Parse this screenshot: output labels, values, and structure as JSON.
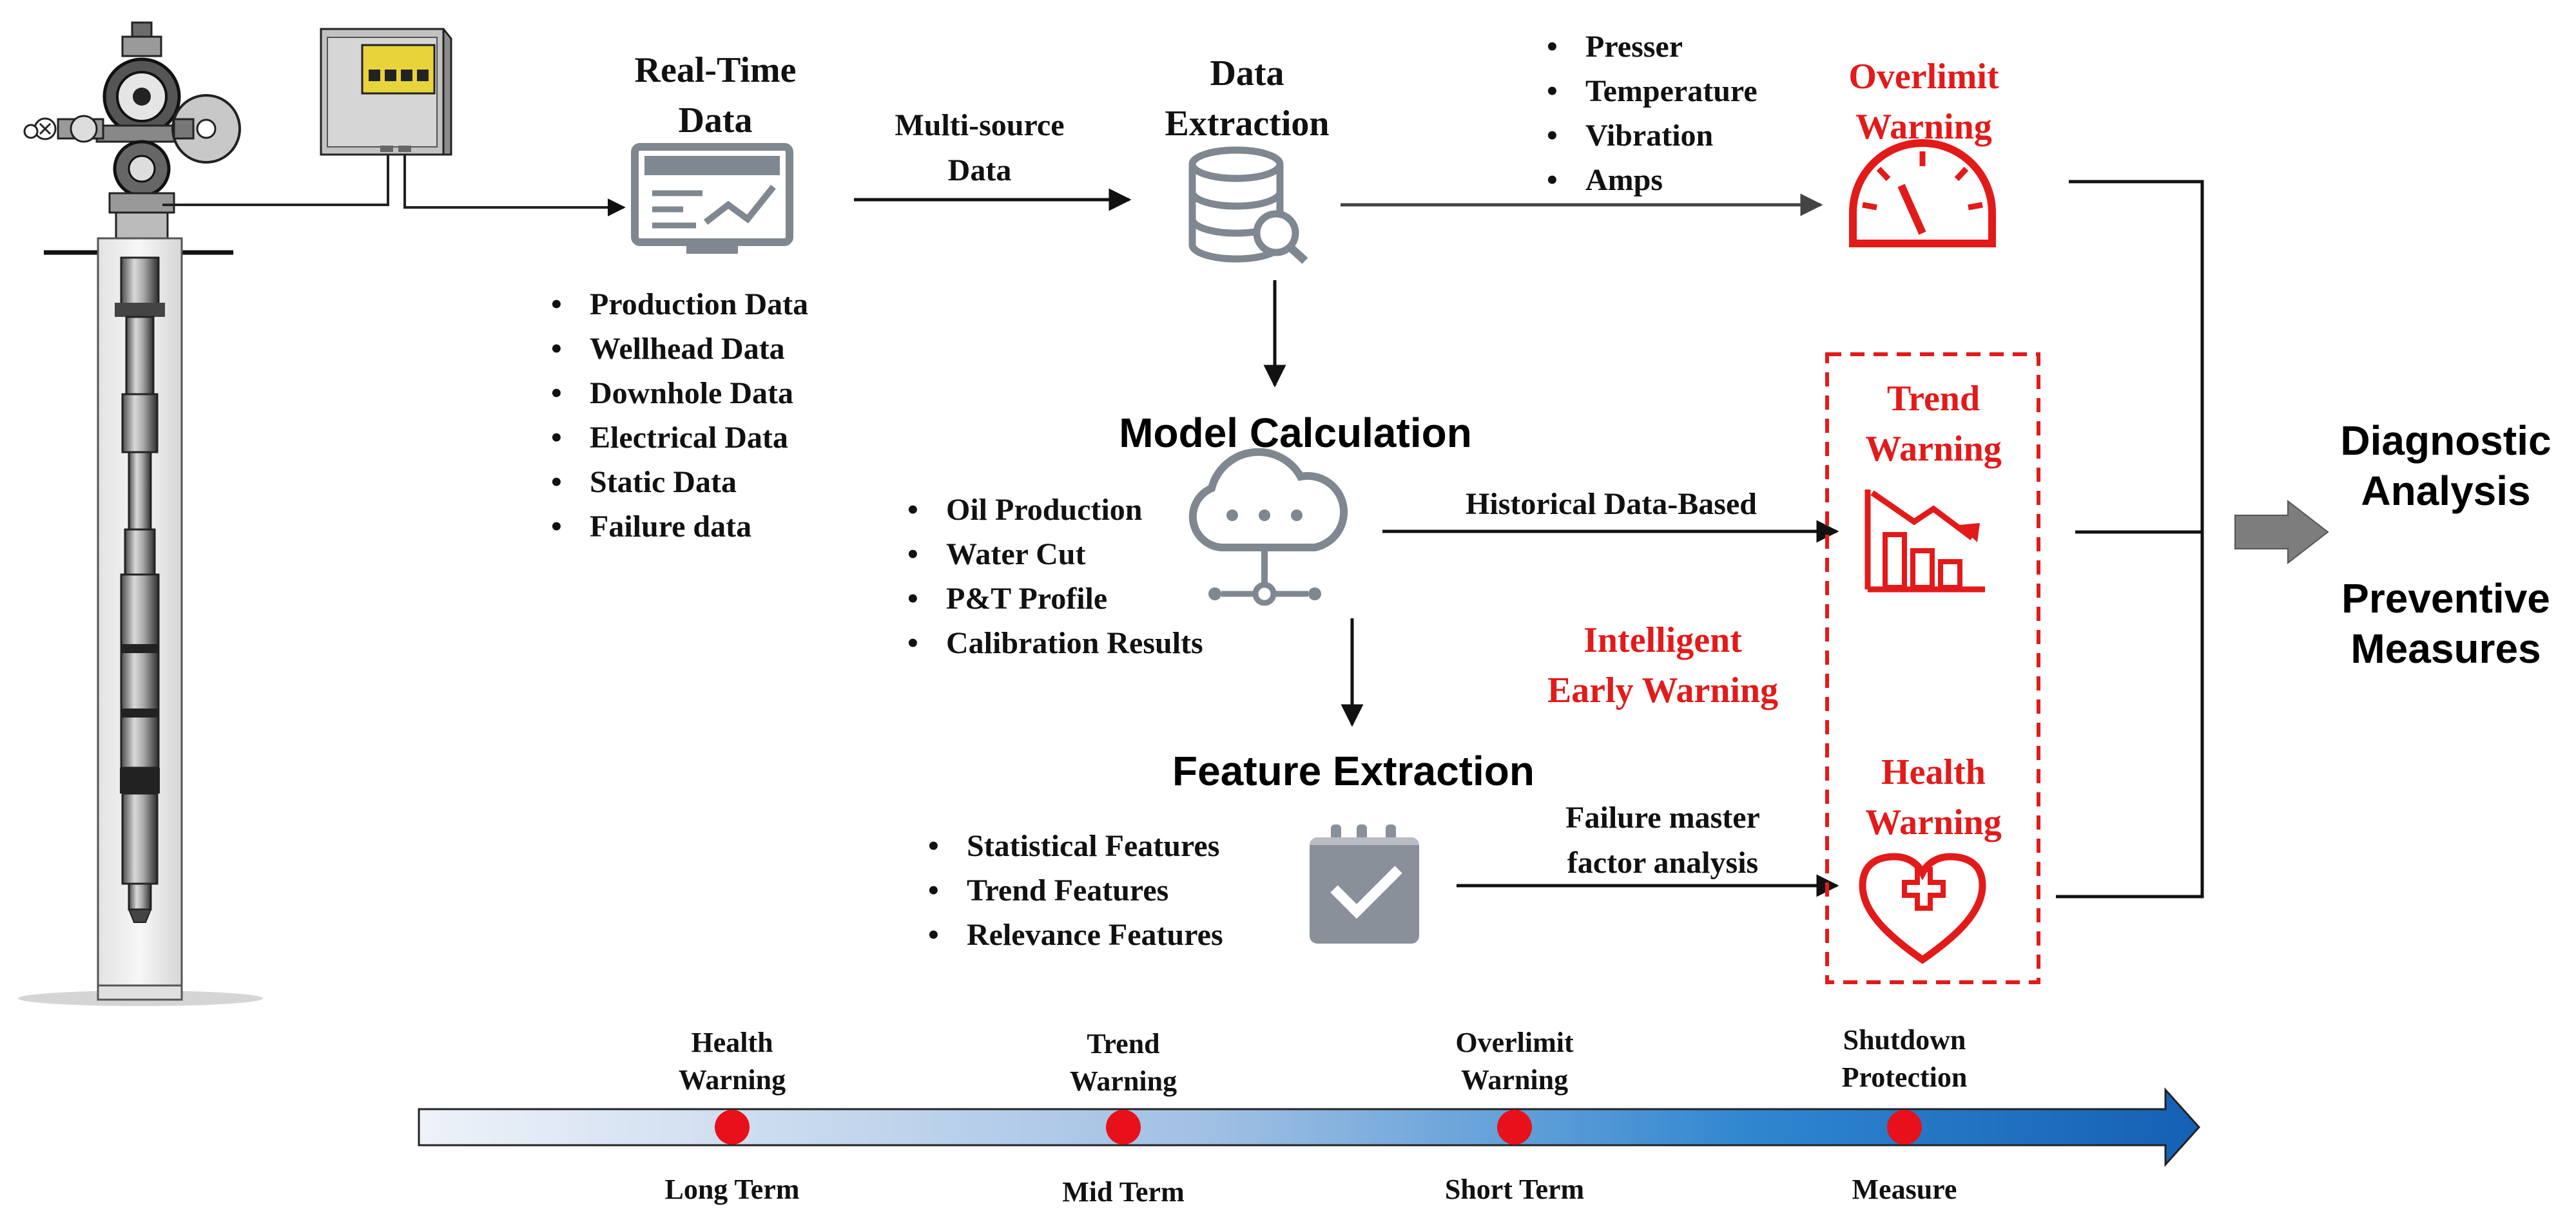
{
  "realtime": {
    "title_line1": "Real-Time",
    "title_line2": "Data",
    "bullets": [
      "Production Data",
      "Wellhead Data",
      "Downhole Data",
      "Electrical Data",
      "Static Data",
      "Failure data"
    ]
  },
  "multisource": {
    "line1": "Multi-source",
    "line2": "Data"
  },
  "extraction": {
    "title_line1": "Data",
    "title_line2": "Extraction",
    "bullets": [
      "Presser",
      "Temperature",
      "Vibration",
      "Amps"
    ]
  },
  "overlimit": {
    "line1": "Overlimit",
    "line2": "Warning"
  },
  "model": {
    "title": "Model Calculation",
    "bullets": [
      "Oil Production",
      "Water Cut",
      "P&T Profile",
      "Calibration Results"
    ]
  },
  "historical_label": "Historical Data-Based",
  "trend": {
    "line1": "Trend",
    "line2": "Warning"
  },
  "intelligent": {
    "line1": "Intelligent",
    "line2": "Early Warning"
  },
  "feature": {
    "title": "Feature Extraction",
    "bullets": [
      "Statistical Features",
      "Trend  Features",
      "Relevance Features"
    ]
  },
  "failure_master": {
    "line1": "Failure master",
    "line2": "factor analysis"
  },
  "health": {
    "line1": "Health",
    "line2": "Warning"
  },
  "outcome": {
    "diag_line1": "Diagnostic",
    "diag_line2": "Analysis",
    "prev_line1": "Preventive",
    "prev_line2": "Measures"
  },
  "timeline": [
    {
      "top1": "Health",
      "top2": "Warning",
      "bottom": "Long Term"
    },
    {
      "top1": "Trend",
      "top2": "Warning",
      "bottom": "Mid Term"
    },
    {
      "top1": "Overlimit",
      "top2": "Warning",
      "bottom": "Short Term"
    },
    {
      "top1": "Shutdown",
      "top2": "Protection",
      "bottom": "Measure"
    }
  ],
  "colors": {
    "warning_red": "#e31a1a",
    "icon_gray": "#8a9099",
    "timeline_start": "#e8eef7",
    "timeline_end": "#1a63b8",
    "marker_red": "#e8101a"
  },
  "icons": [
    "wellhead-icon",
    "control-cabinet-icon",
    "monitor-chart-icon",
    "database-search-icon",
    "speedometer-icon",
    "cloud-network-icon",
    "trend-chart-icon",
    "clipboard-check-icon",
    "heart-health-icon",
    "right-arrow-icon"
  ]
}
